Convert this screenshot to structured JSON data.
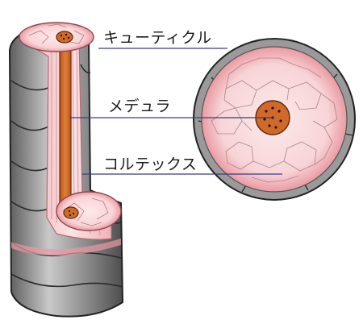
{
  "labels": {
    "cuticle": "キューティクル",
    "medulla": "メデュラ",
    "cortex": "コルテックス"
  },
  "colors": {
    "cuticle_gray": "#8c8c8c",
    "cortex_pink": "#f3c7cb",
    "medulla_orange": "#cf6a2a",
    "leader_line": "#3a3a8a"
  }
}
